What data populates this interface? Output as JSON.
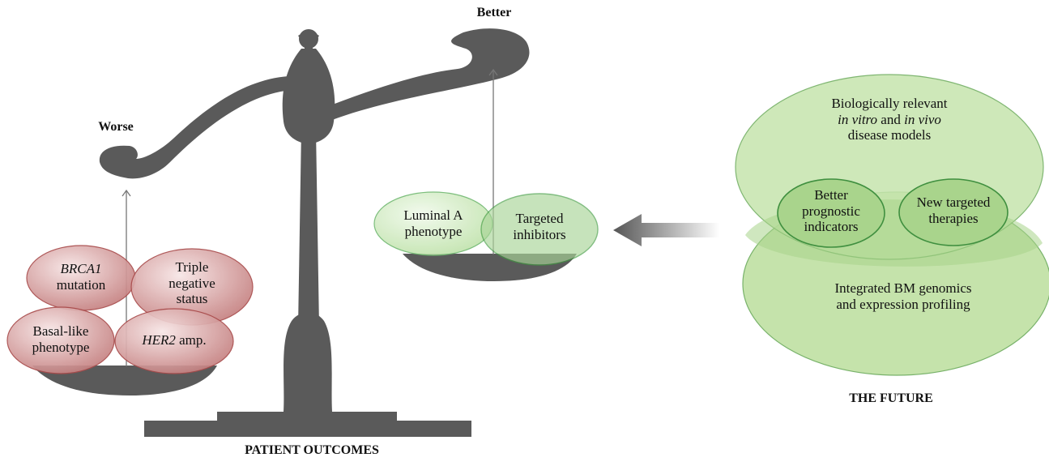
{
  "scale_labels": {
    "better": "Better",
    "worse": "Worse"
  },
  "captions": {
    "patient_outcomes": "PATIENT OUTCOMES",
    "the_future": "THE FUTURE"
  },
  "worse_factors": [
    {
      "italic": "BRCA1",
      "text": "mutation"
    },
    {
      "italic": "",
      "text": "Triple negative status"
    },
    {
      "italic": "",
      "text": "Basal-like phenotype"
    },
    {
      "italic": "HER2",
      "text": " amp."
    }
  ],
  "better_factors": [
    {
      "text": "Luminal A phenotype"
    },
    {
      "text": "Targeted inhibitors"
    }
  ],
  "future": {
    "top_line1": "Biologically relevant",
    "top_in_vitro": "in vitro",
    "top_and": " and ",
    "top_in_vivo": "in vivo",
    "top_line3": "disease models",
    "bottom": "Integrated BM genomics and expression profiling",
    "inner_left": "Better prognostic indicators",
    "inner_right": "New targeted therapies"
  },
  "colors": {
    "scale": "#5a5a5a",
    "worse_fill": "#c98a8a",
    "worse_stroke": "#a84a4a",
    "better_fill": "#d7eec9",
    "better_stroke": "#3f9a3f",
    "future_fill": "#bfe0a2"
  }
}
